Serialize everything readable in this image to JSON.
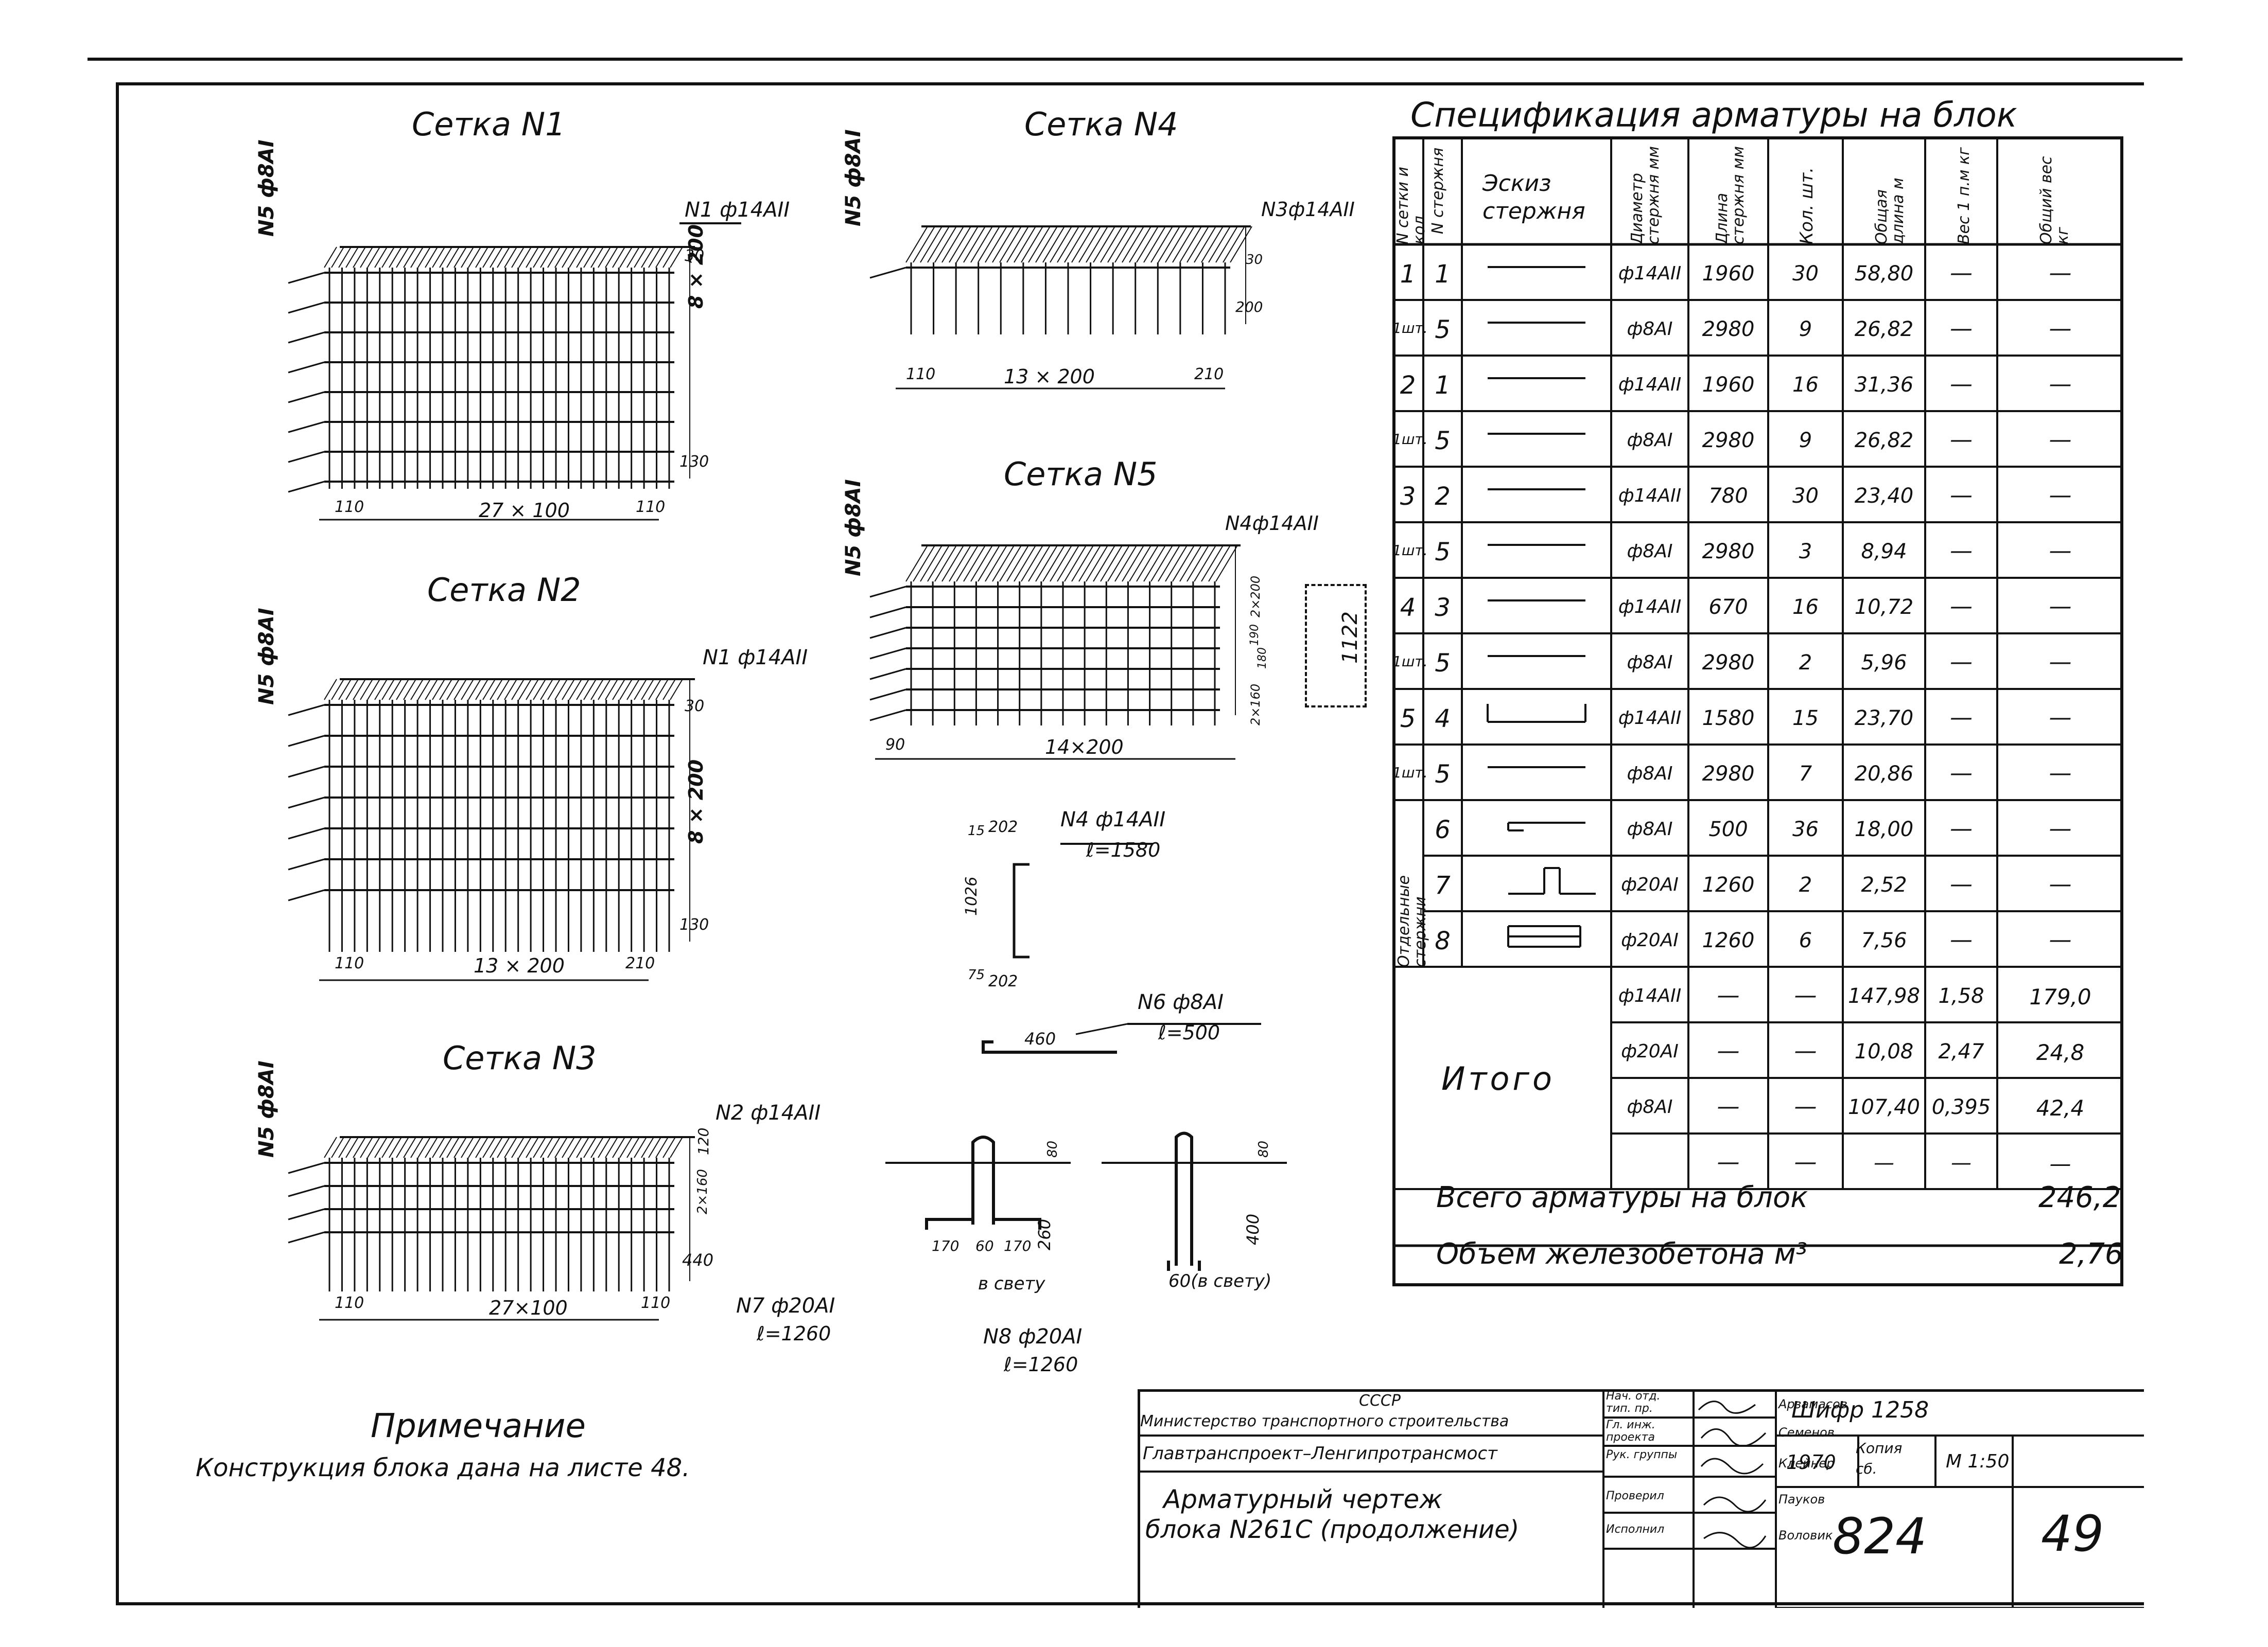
{
  "meshes": {
    "m1": {
      "title": "Сетка N1",
      "side_label": "N5 ф8AI",
      "main_label": "N1 ф14AII",
      "dim_bottom": "27 × 100",
      "dim_l": "110",
      "dim_r": "110",
      "dim_v": "8 × 200",
      "dim_top": "30",
      "dim_bot": "130"
    },
    "m2": {
      "title": "Сетка N2",
      "side_label": "N5 ф8AI",
      "main_label": "N1 ф14AII",
      "dim_bottom": "13 × 200",
      "dim_l": "110",
      "dim_r": "210",
      "dim_v": "8 × 200",
      "dim_top": "30",
      "dim_bot": "130"
    },
    "m3": {
      "title": "Сетка N3",
      "side_label": "N5 ф8AI",
      "main_label": "N2 ф14AII",
      "dim_bottom": "27×100",
      "dim_l": "110",
      "dim_r": "110",
      "dim_v1": "2×160",
      "dim_top": "120",
      "dim_bot": "440"
    },
    "m4": {
      "title": "Сетка N4",
      "side_label": "N5 ф8AI",
      "main_label": "N3ф14AII",
      "dim_bottom": "13 × 200",
      "dim_l": "110",
      "dim_r": "210",
      "dim_v": "200",
      "dim_top": "30"
    },
    "m5": {
      "title": "Сетка N5",
      "side_label": "N5 ф8AI",
      "main_label": "N4ф14AII",
      "dim_bottom": "14×200",
      "dim_l": "90",
      "dim_v1": "2×200",
      "dim_v2": "2×160",
      "dim_v3": "180",
      "dim_v4": "190",
      "side_dim": "1122"
    }
  },
  "bars": {
    "n4": {
      "label": "N4 ф14AII",
      "length": "ℓ=1580",
      "h": "1026",
      "t1": "15",
      "t2": "202",
      "b1": "75",
      "b2": "202"
    },
    "n6": {
      "label": "N6 ф8AI",
      "length": "ℓ=500",
      "dim": "460"
    },
    "n7": {
      "label": "N7 ф20AI",
      "length": "ℓ=1260",
      "dims": [
        "170",
        "60",
        "170"
      ],
      "h": "260",
      "top": "80",
      "clear": "в свету"
    },
    "n8": {
      "label": "N8 ф20AI",
      "length": "ℓ=1260",
      "h": "400",
      "top": "80",
      "clear": "60(в свету)"
    }
  },
  "note": {
    "title": "Примечание",
    "text": "Конструкция блока дана на листе 48."
  },
  "spec": {
    "title": "Спецификация арматуры на блок",
    "headers": [
      "N сетки и кол.",
      "N стержня",
      "Эскиз стержня",
      "Диаметр стержня мм",
      "Длина стержня мм",
      "Кол. шт.",
      "Общая длина м",
      "Вес 1 п.м кг",
      "Общий вес кг"
    ],
    "rows": [
      {
        "set": "1",
        "pos": "1",
        "dia": "ф14AII",
        "len": "1960",
        "qty": "30",
        "total": "58,80",
        "w": "—",
        "tw": "—"
      },
      {
        "set": "1шт.",
        "pos": "5",
        "dia": "ф8AI",
        "len": "2980",
        "qty": "9",
        "total": "26,82",
        "w": "—",
        "tw": "—"
      },
      {
        "set": "2",
        "pos": "1",
        "dia": "ф14AII",
        "len": "1960",
        "qty": "16",
        "total": "31,36",
        "w": "—",
        "tw": "—"
      },
      {
        "set": "1шт.",
        "pos": "5",
        "dia": "ф8AI",
        "len": "2980",
        "qty": "9",
        "total": "26,82",
        "w": "—",
        "tw": "—"
      },
      {
        "set": "3",
        "pos": "2",
        "dia": "ф14AII",
        "len": "780",
        "qty": "30",
        "total": "23,40",
        "w": "—",
        "tw": "—"
      },
      {
        "set": "1шт.",
        "pos": "5",
        "dia": "ф8AI",
        "len": "2980",
        "qty": "3",
        "total": "8,94",
        "w": "—",
        "tw": "—"
      },
      {
        "set": "4",
        "pos": "3",
        "dia": "ф14AII",
        "len": "670",
        "qty": "16",
        "total": "10,72",
        "w": "—",
        "tw": "—"
      },
      {
        "set": "1шт.",
        "pos": "5",
        "dia": "ф8AI",
        "len": "2980",
        "qty": "2",
        "total": "5,96",
        "w": "—",
        "tw": "—"
      },
      {
        "set": "5",
        "pos": "4",
        "dia": "ф14AII",
        "len": "1580",
        "qty": "15",
        "total": "23,70",
        "w": "—",
        "tw": "—"
      },
      {
        "set": "1шт.",
        "pos": "5",
        "dia": "ф8AI",
        "len": "2980",
        "qty": "7",
        "total": "20,86",
        "w": "—",
        "tw": "—"
      },
      {
        "set": "",
        "pos": "6",
        "dia": "ф8AI",
        "len": "500",
        "qty": "36",
        "total": "18,00",
        "w": "—",
        "tw": "—"
      },
      {
        "set": "",
        "pos": "7",
        "dia": "ф20AI",
        "len": "1260",
        "qty": "2",
        "total": "2,52",
        "w": "—",
        "tw": "—"
      },
      {
        "set": "",
        "pos": "8",
        "dia": "ф20AI",
        "len": "1260",
        "qty": "6",
        "total": "7,56",
        "w": "—",
        "tw": "—"
      }
    ],
    "separate_label": "Отдельные стержни",
    "total_label": "Итого",
    "totals": [
      {
        "dia": "ф14AII",
        "len": "—",
        "qty": "—",
        "total": "147,98",
        "w": "1,58",
        "tw": "179,0"
      },
      {
        "dia": "ф20AI",
        "len": "—",
        "qty": "—",
        "total": "10,08",
        "w": "2,47",
        "tw": "24,8"
      },
      {
        "dia": "ф8AI",
        "len": "—",
        "qty": "—",
        "total": "107,40",
        "w": "0,395",
        "tw": "42,4"
      },
      {
        "dia": "",
        "len": "—",
        "qty": "—",
        "total": "—",
        "w": "—",
        "tw": "—"
      }
    ],
    "grand_label": "Всего арматуры на блок",
    "grand_value": "246,2",
    "volume_label": "Объем железобетона м³",
    "volume_value": "2,76"
  },
  "stamp": {
    "org1": "СССР",
    "org2": "Министерство транспортного строительства",
    "org3": "Главтранспроект–Ленгипротрансмост",
    "title1": "Арматурный чертеж",
    "title2": "блока N261C (продолжение)",
    "roles": [
      "Нач. отд. тип. пр.",
      "Гл. инж. проекта",
      "Рук. группы",
      "Проверил",
      "Исполнил"
    ],
    "names": [
      "Арзамасов",
      "Семенов",
      "Клейнер",
      "Пауков",
      "Воловик"
    ],
    "cipher": "Шифр 1258",
    "year": "1970",
    "copy": "Копия сб.",
    "scale": "М 1:50",
    "number": "824",
    "sheet": "49"
  }
}
